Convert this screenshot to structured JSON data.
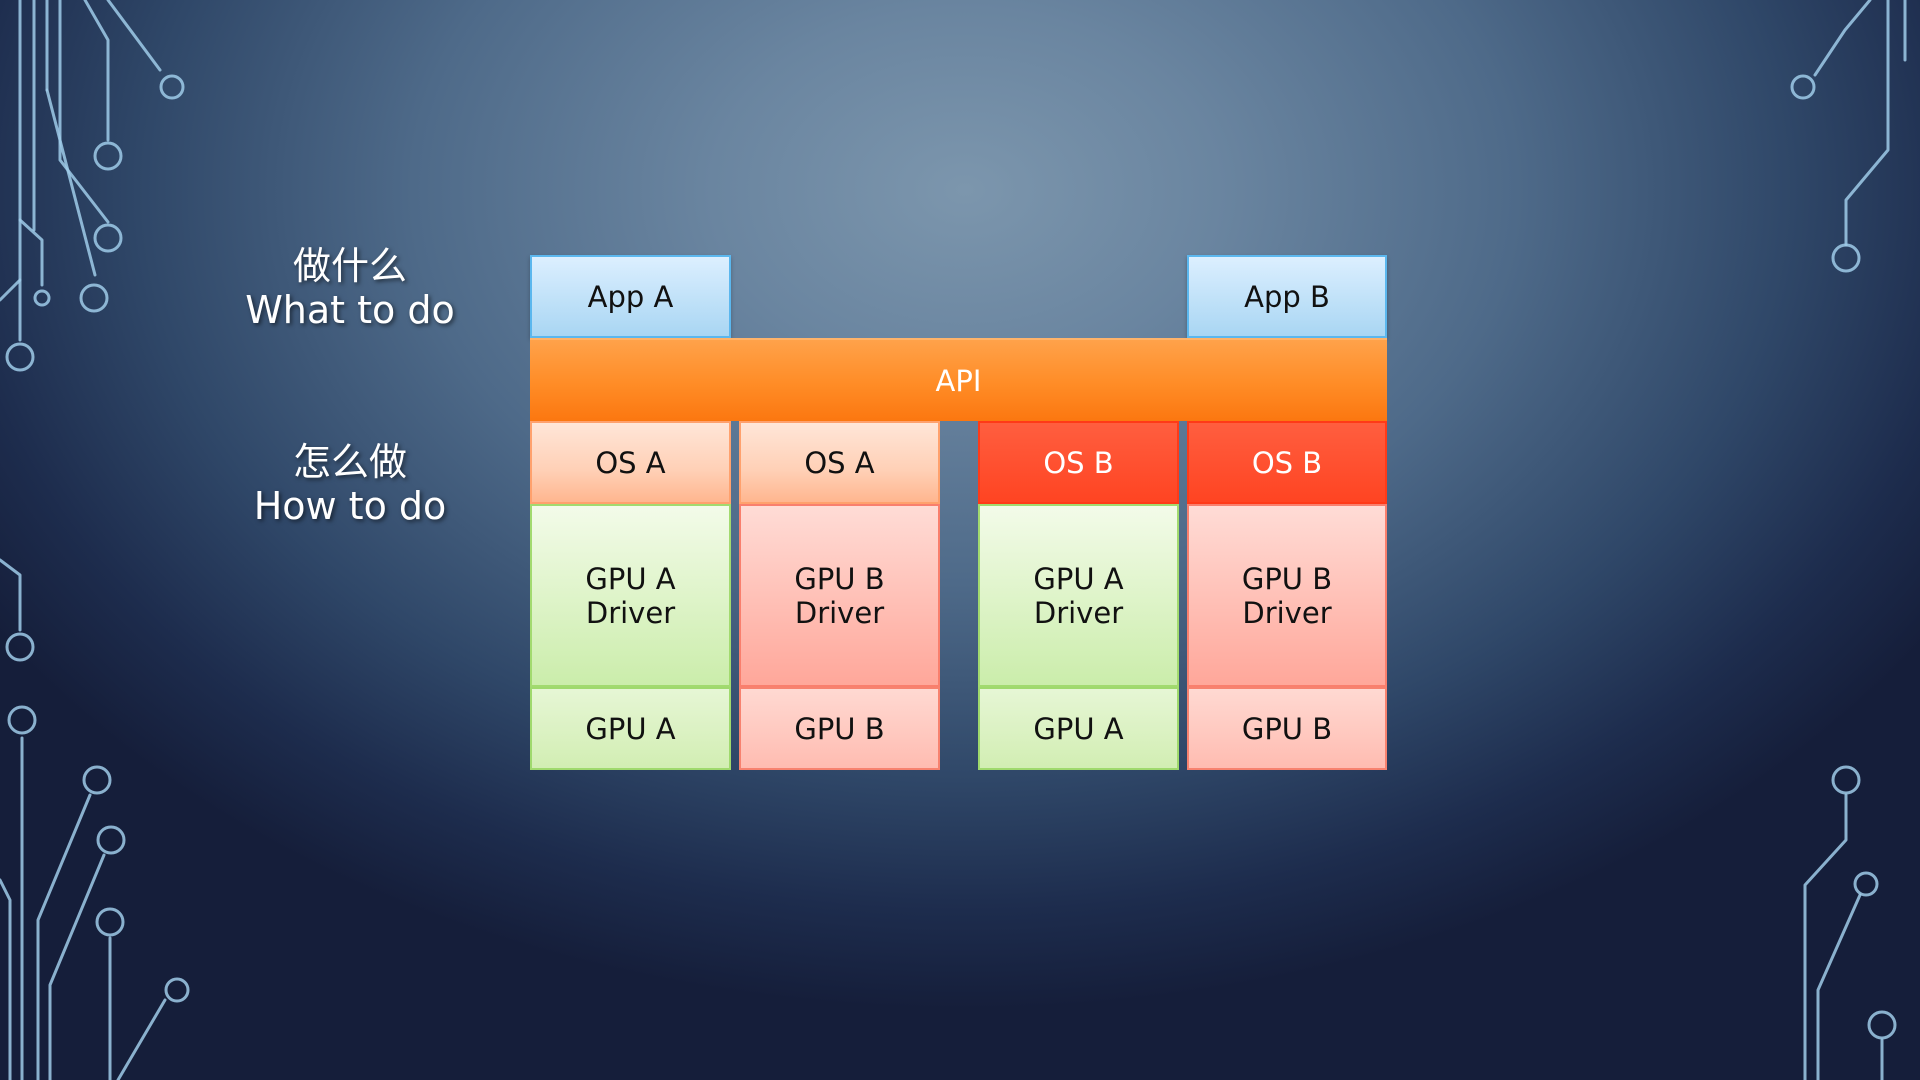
{
  "labels": {
    "what_cn": "做什么",
    "what_en": "What to do",
    "how_cn": "怎么做",
    "how_en": "How to do"
  },
  "apps": {
    "app_a": "App A",
    "app_b": "App B"
  },
  "api": "API",
  "os": [
    "OS A",
    "OS A",
    "OS B",
    "OS B"
  ],
  "drivers": [
    "GPU A\nDriver",
    "GPU B\nDriver",
    "GPU A\nDriver",
    "GPU B\nDriver"
  ],
  "gpus": [
    "GPU A",
    "GPU B",
    "GPU A",
    "GPU B"
  ],
  "colors": {
    "api": "#ff8c26",
    "app": "#bfe2f8",
    "os_a": "#ffd0b6",
    "os_b": "#ff4c2b",
    "gpu_a": "#d6efb9",
    "gpu_b": "#ffbcb1"
  }
}
